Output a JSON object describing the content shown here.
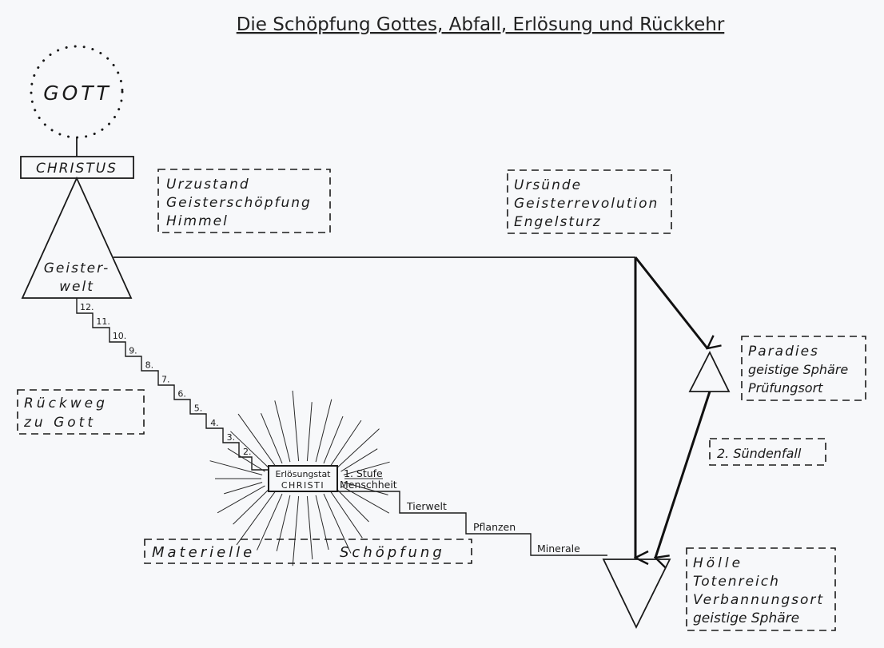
{
  "title": "Die Schöpfung Gottes, Abfall, Erlösung und Rückkehr",
  "gott": "GOTT",
  "christus": "CHRISTUS",
  "geisterwelt": {
    "line1": "Geister-",
    "line2": "welt"
  },
  "urzustand": {
    "line1": "Urzustand",
    "line2": "Geisterschöpfung",
    "line3": "Himmel"
  },
  "ursuende": {
    "line1": "Ursünde",
    "line2": "Geisterrevolution",
    "line3": "Engelsturz"
  },
  "paradies": {
    "line1": "Paradies",
    "line2": "geistige Sphäre",
    "line3": "Prüfungsort"
  },
  "suendenfall": "2. Sündenfall",
  "rueckweg": {
    "line1": "Rückweg",
    "line2": "zu Gott"
  },
  "materielle": {
    "word1": "Materielle",
    "word2": "Schöpfung"
  },
  "erloesung": {
    "line1": "Erlösungstat",
    "line2": "CHRISTI"
  },
  "stufe": {
    "line1": "1. Stufe",
    "line2": "Menschheit"
  },
  "tierwelt": "Tierwelt",
  "pflanzen": "Pflanzen",
  "minerale": "Minerale",
  "hoelle": {
    "line1": "Hölle",
    "line2": "Totenreich",
    "line3": "Verbannungsort",
    "line4": "geistige Sphäre"
  },
  "steps": [
    "12.",
    "11.",
    "10.",
    "9.",
    "8.",
    "7.",
    "6.",
    "5.",
    "4.",
    "3.",
    "2."
  ]
}
